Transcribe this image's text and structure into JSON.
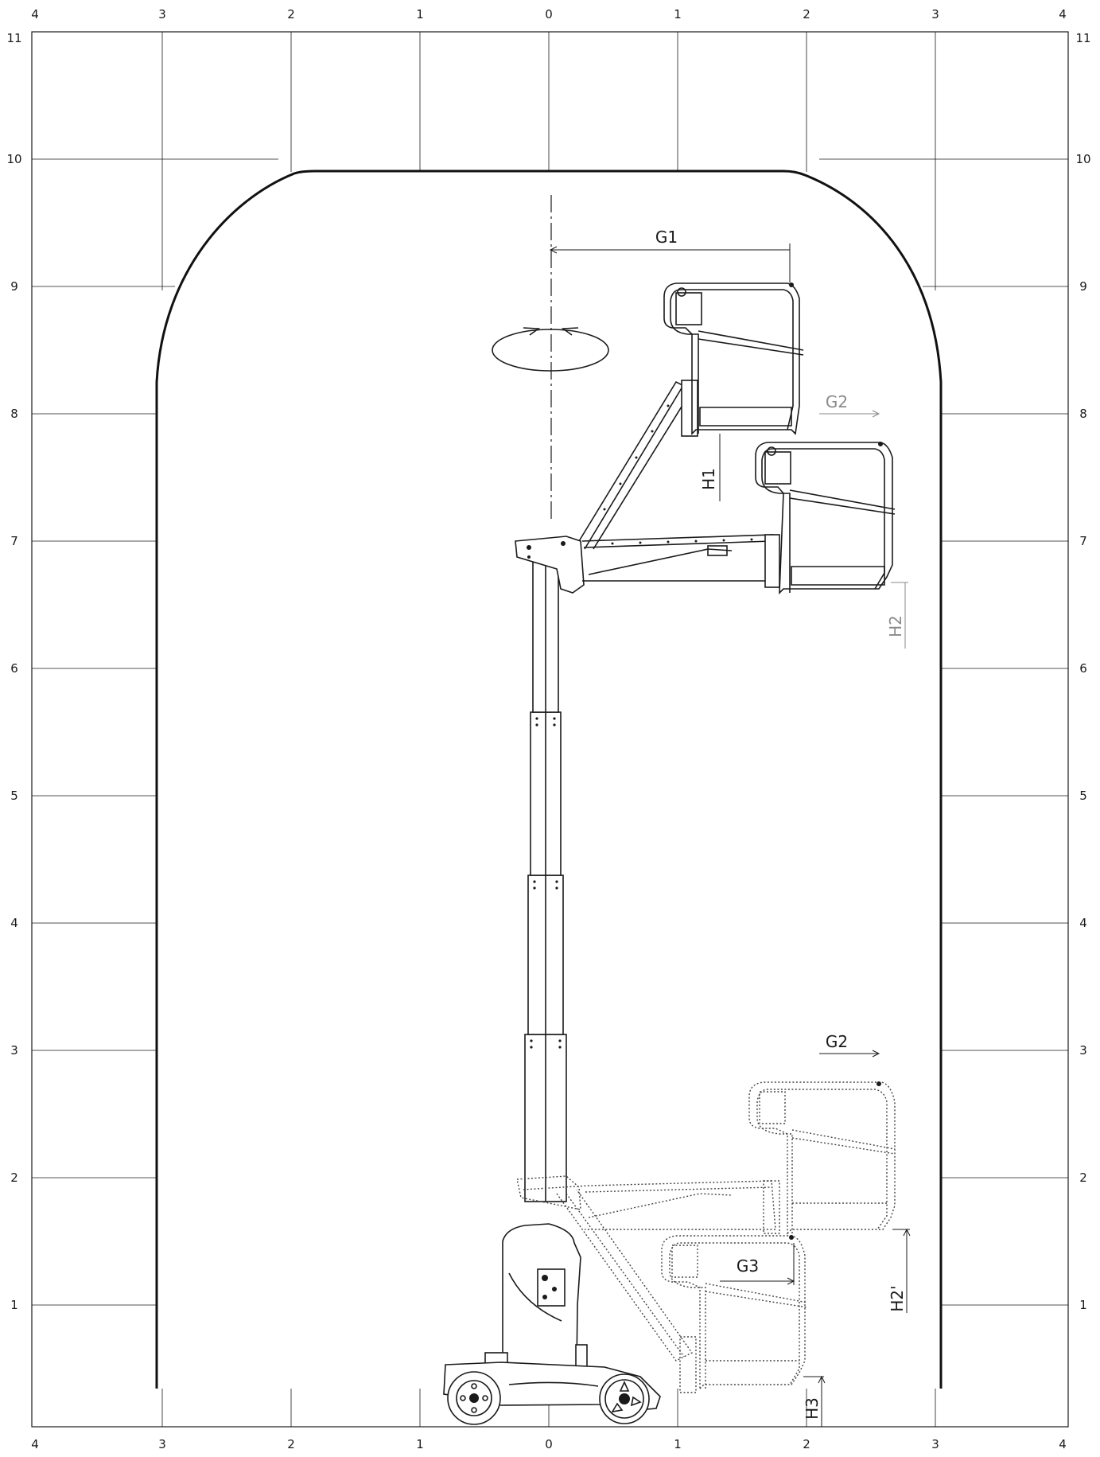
{
  "axes": {
    "top_ticks": [
      "4",
      "3",
      "2",
      "1",
      "0",
      "1",
      "2",
      "3",
      "4"
    ],
    "bottom_ticks": [
      "4",
      "3",
      "2",
      "1",
      "0",
      "1",
      "2",
      "3",
      "4"
    ],
    "left_ticks": [
      "11",
      "10",
      "9",
      "8",
      "7",
      "6",
      "5",
      "4",
      "3",
      "2",
      "1"
    ],
    "right_ticks": [
      "11",
      "10",
      "9",
      "8",
      "7",
      "6",
      "5",
      "4",
      "3",
      "2",
      "1"
    ]
  },
  "dimensions": {
    "g1": "G1",
    "g2_upper": "G2",
    "g2_lower": "G2",
    "g3": "G3",
    "h1": "H1",
    "h2": "H2",
    "h2_prime": "H2'",
    "h3": "H3"
  },
  "colors": {
    "line": "#1a1a1a",
    "grey_dimension": "#8a8a8a"
  }
}
